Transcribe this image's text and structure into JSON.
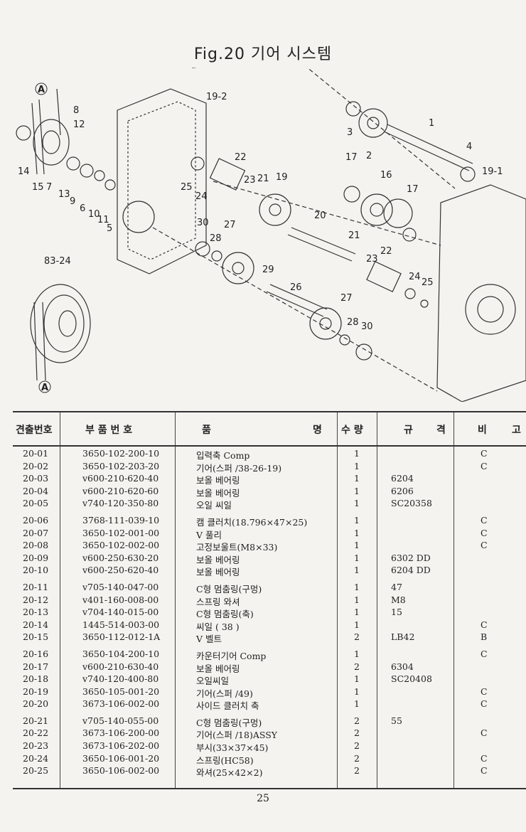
{
  "title": "Fig.20 기어 시스템",
  "diagram": {
    "callouts": [
      "19-2",
      "8",
      "12",
      "14",
      "15",
      "7",
      "13",
      "9",
      "6",
      "10",
      "11",
      "5",
      "25",
      "24",
      "22",
      "23",
      "21",
      "19",
      "3",
      "2",
      "1",
      "4",
      "17",
      "19-1",
      "16",
      "20",
      "30",
      "28",
      "27",
      "29",
      "26",
      "83-24",
      "A",
      "A"
    ]
  },
  "table": {
    "headers": {
      "no": "견출번호",
      "part": "부 품 번 호",
      "name_a": "품",
      "name_b": "명",
      "qty": "수 량",
      "spec_a": "규",
      "spec_b": "격",
      "note_a": "비",
      "note_b": "고"
    },
    "groups": [
      [
        {
          "no": "20-01",
          "part": "3650-102-200-10",
          "name": "입력축 Comp",
          "qty": "1",
          "spec": "",
          "note": "C"
        },
        {
          "no": "20-02",
          "part": "3650-102-203-20",
          "name": "기어(스퍼 /38-26-19)",
          "qty": "1",
          "spec": "",
          "note": "C"
        },
        {
          "no": "20-03",
          "part": "v600-210-620-40",
          "name": "보올 베어링",
          "qty": "1",
          "spec": "6204",
          "note": ""
        },
        {
          "no": "20-04",
          "part": "v600-210-620-60",
          "name": "보올 베어링",
          "qty": "1",
          "spec": "6206",
          "note": ""
        },
        {
          "no": "20-05",
          "part": "v740-120-350-80",
          "name": "오일 씨일",
          "qty": "1",
          "spec": "SC20358",
          "note": ""
        }
      ],
      [
        {
          "no": "20-06",
          "part": "3768-111-039-10",
          "name": "캠 클러치(18.796×47×25)",
          "qty": "1",
          "spec": "",
          "note": "C"
        },
        {
          "no": "20-07",
          "part": "3650-102-001-00",
          "name": "V 풀리",
          "qty": "1",
          "spec": "",
          "note": "C"
        },
        {
          "no": "20-08",
          "part": "3650-102-002-00",
          "name": "고정보울트(M8×33)",
          "qty": "1",
          "spec": "",
          "note": "C"
        },
        {
          "no": "20-09",
          "part": "v600-250-630-20",
          "name": "보올 베어링",
          "qty": "1",
          "spec": "6302 DD",
          "note": ""
        },
        {
          "no": "20-10",
          "part": "v600-250-620-40",
          "name": "보올 베어링",
          "qty": "1",
          "spec": "6204 DD",
          "note": ""
        }
      ],
      [
        {
          "no": "20-11",
          "part": "v705-140-047-00",
          "name": "C형 멈춤링(구멍)",
          "qty": "1",
          "spec": "47",
          "note": ""
        },
        {
          "no": "20-12",
          "part": "v401-160-008-00",
          "name": "스프링 와셔",
          "qty": "1",
          "spec": "M8",
          "note": ""
        },
        {
          "no": "20-13",
          "part": "v704-140-015-00",
          "name": "C형 멈춤링(축)",
          "qty": "1",
          "spec": "15",
          "note": ""
        },
        {
          "no": "20-14",
          "part": "1445-514-003-00",
          "name": "씨일 ( 38 )",
          "qty": "1",
          "spec": "",
          "note": "C"
        },
        {
          "no": "20-15",
          "part": "3650-112-012-1A",
          "name": "V 벨트",
          "qty": "2",
          "spec": "LB42",
          "note": "B"
        }
      ],
      [
        {
          "no": "20-16",
          "part": "3650-104-200-10",
          "name": "카운터기어 Comp",
          "qty": "1",
          "spec": "",
          "note": "C"
        },
        {
          "no": "20-17",
          "part": "v600-210-630-40",
          "name": "보올 베어링",
          "qty": "2",
          "spec": "6304",
          "note": ""
        },
        {
          "no": "20-18",
          "part": "v740-120-400-80",
          "name": "오일씨일",
          "qty": "1",
          "spec": "SC20408",
          "note": ""
        },
        {
          "no": "20-19",
          "part": "3650-105-001-20",
          "name": "기어(스퍼 /49)",
          "qty": "1",
          "spec": "",
          "note": "C"
        },
        {
          "no": "20-20",
          "part": "3673-106-002-00",
          "name": "사이드 클러치 축",
          "qty": "1",
          "spec": "",
          "note": "C"
        }
      ],
      [
        {
          "no": "20-21",
          "part": "v705-140-055-00",
          "name": "C형 멈춤링(구멍)",
          "qty": "2",
          "spec": "55",
          "note": ""
        },
        {
          "no": "20-22",
          "part": "3673-106-200-00",
          "name": "기어(스퍼 /18)ASSY",
          "qty": "2",
          "spec": "",
          "note": "C"
        },
        {
          "no": "20-23",
          "part": "3673-106-202-00",
          "name": "부시(33×37×45)",
          "qty": "2",
          "spec": "",
          "note": ""
        },
        {
          "no": "20-24",
          "part": "3650-106-001-20",
          "name": "스프링(HC58)",
          "qty": "2",
          "spec": "",
          "note": "C"
        },
        {
          "no": "20-25",
          "part": "3650-106-002-00",
          "name": "와셔(25×42×2)",
          "qty": "2",
          "spec": "",
          "note": "C"
        }
      ]
    ]
  },
  "page_number": "25"
}
